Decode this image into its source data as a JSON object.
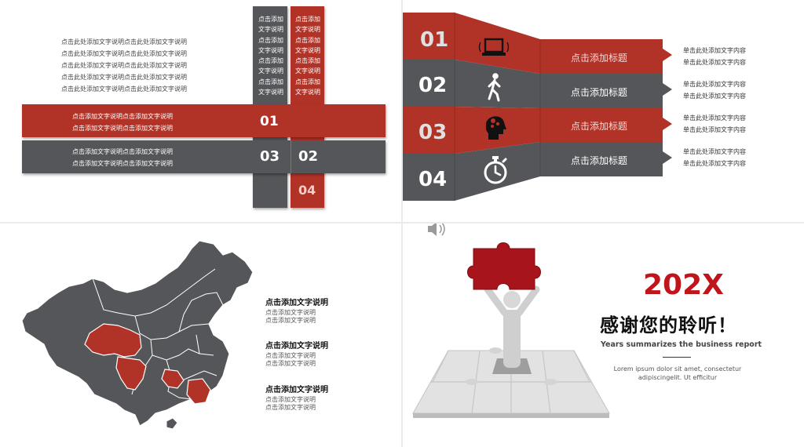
{
  "slide1": {
    "left_lines": [
      "点击此处添加文字说明点击此处添加文字说明",
      "点击此处添加文字说明点击此处添加文字说明",
      "点击此处添加文字说明点击此处添加文字说明",
      "点击此处添加文字说明点击此处添加文字说明",
      "点击此处添加文字说明点击此处添加文字说明"
    ],
    "gray_col_lines": [
      "点击添加",
      "文字说明",
      "点击添加",
      "文字说明",
      "点击添加",
      "文字说明",
      "点击添加",
      "文字说明"
    ],
    "red_col_lines": [
      "点击添加",
      "文字说明",
      "点击添加",
      "文字说明",
      "点击添加",
      "文字说明",
      "点击添加",
      "文字说明"
    ],
    "red_band_lines": [
      "点击添加文字说明点击添加文字说明",
      "点击添加文字说明点击添加文字说明"
    ],
    "gray_band_lines": [
      "点击添加文字说明点击添加文字说明",
      "点击添加文字说明点击添加文字说明"
    ],
    "num_01": "01",
    "num_02": "02",
    "num_03": "03",
    "num_04": "04"
  },
  "slide2": {
    "rows": [
      {
        "num": "01",
        "title": "点击添加标题",
        "icon": "laptop-icon",
        "desc": [
          "单击此处添加文字内容",
          "单击此处添加文字内容"
        ],
        "color": "#b13226"
      },
      {
        "num": "02",
        "title": "点击添加标题",
        "icon": "walking-person-icon",
        "desc": [
          "单击此处添加文字内容",
          "单击此处添加文字内容"
        ],
        "color": "#555659"
      },
      {
        "num": "03",
        "title": "点击添加标题",
        "icon": "head-gears-icon",
        "desc": [
          "单击此处添加文字内容",
          "单击此处添加文字内容"
        ],
        "color": "#b13226"
      },
      {
        "num": "04",
        "title": "点击添加标题",
        "icon": "stopwatch-icon",
        "desc": [
          "单击此处添加文字内容",
          "单击此处添加文字内容"
        ],
        "color": "#555659"
      }
    ]
  },
  "slide3": {
    "items": [
      {
        "title": "点击添加文字说明",
        "subs": [
          "点击添加文字说明",
          "点击添加文字说明"
        ]
      },
      {
        "title": "点击添加文字说明",
        "subs": [
          "点击添加文字说明",
          "点击添加文字说明"
        ]
      },
      {
        "title": "点击添加文字说明",
        "subs": [
          "点击添加文字说明",
          "点击添加文字说明"
        ]
      }
    ],
    "map_colors": {
      "base": "#555659",
      "highlight": "#b13226"
    }
  },
  "slide4": {
    "year": "202X",
    "thanks": "感谢您的聆听！",
    "subtitle": "Years summarizes the business report",
    "lorem_lines": [
      "Lorem ipsum dolor sit amet, consectetur",
      "adipiscingelit. Ut efficitur"
    ],
    "speaker_icon": "speaker-icon",
    "accent": "#c0161b"
  }
}
